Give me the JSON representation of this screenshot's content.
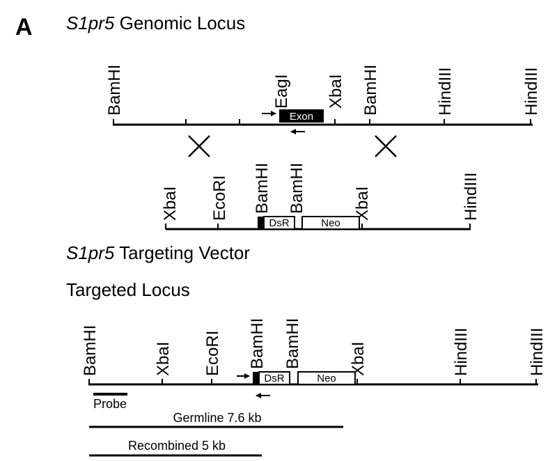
{
  "panel_label": "A",
  "genomic": {
    "gene": "S1pr5",
    "title_rest": " Genomic Locus",
    "sites": [
      "BamHI",
      "EagI",
      "XbaI",
      "BamHI",
      "HindIII",
      "HindIII"
    ],
    "exon_label": "Exon"
  },
  "vector": {
    "sites": [
      "XbaI",
      "EcoRI",
      "BamHI",
      "BamHI",
      "XbaI",
      "HindIII"
    ],
    "dsr_label": "DsR",
    "neo_label": "Neo",
    "gene": "S1pr5",
    "title_rest": " Targeting Vector"
  },
  "targeted": {
    "title": "Targeted Locus",
    "sites": [
      "BamHI",
      "XbaI",
      "EcoRI",
      "BamHI",
      "BamHI",
      "XbaI",
      "HindIII",
      "HindIII"
    ],
    "dsr_label": "DsR",
    "neo_label": "Neo",
    "probe_label": "Probe",
    "germline_label": "Germline 7.6 kb",
    "recombined_label": "Recombined 5 kb"
  }
}
